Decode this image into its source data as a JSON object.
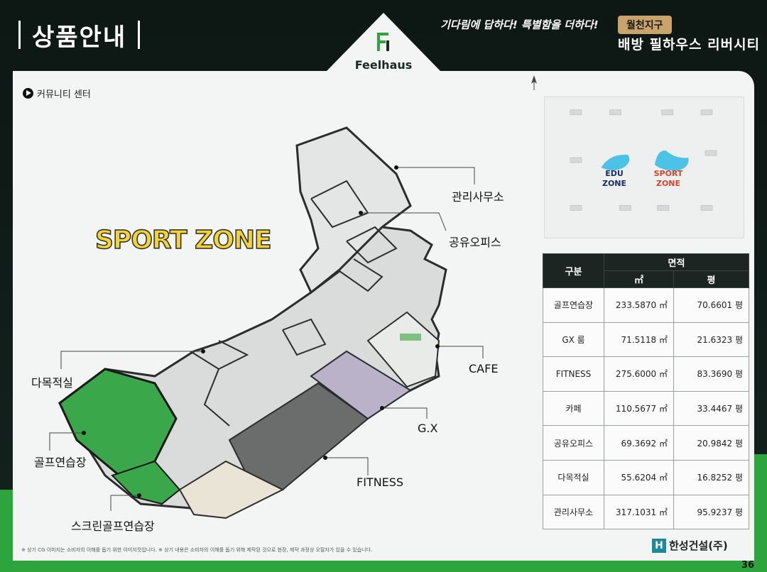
{
  "header": {
    "title": "상품안내",
    "tagline": "기다림에 답하다! 특별함을 더하다!",
    "badge": "월천지구",
    "complex_name": "배방 필하우스 리버시티",
    "logo": "Feelhaus"
  },
  "section": {
    "label": "커뮤니티 센터"
  },
  "zone_title": "SPORT ZONE",
  "callouts": {
    "admin_office": "관리사무소",
    "shared_office": "공유오피스",
    "cafe": "CAFE",
    "multipurpose": "다목적실",
    "gx": "G.X",
    "golf": "골프연습장",
    "fitness": "FITNESS",
    "screen_golf": "스크린골프연습장"
  },
  "keymap": {
    "edu_zone": "EDU ZONE",
    "sport_zone": "SPORT ZONE",
    "edu_color": "#1a2b6a",
    "sport_color": "#d8442b"
  },
  "table": {
    "header_group": "구분",
    "header_area": "면적",
    "header_m2": "㎡",
    "header_py": "평",
    "rows": [
      {
        "name": "골프연습장",
        "m2": "233.5870 ㎡",
        "py": "70.6601 평"
      },
      {
        "name": "GX 룸",
        "m2": "71.5118 ㎡",
        "py": "21.6323 평"
      },
      {
        "name": "FITNESS",
        "m2": "275.6000 ㎡",
        "py": "83.3690 평"
      },
      {
        "name": "카페",
        "m2": "110.5677 ㎡",
        "py": "33.4467 평"
      },
      {
        "name": "공유오피스",
        "m2": "69.3692 ㎡",
        "py": "20.9842 평"
      },
      {
        "name": "다목적실",
        "m2": "55.6204 ㎡",
        "py": "16.8252 평"
      },
      {
        "name": "관리사무소",
        "m2": "317.1031 ㎡",
        "py": "95.9237 평"
      }
    ]
  },
  "brand": {
    "name": "한성건설(주)",
    "icon_letter": "H"
  },
  "footnote": "※ 상기 CG 이미지는 소비자의 이해를 돕기 위한 이미지컷입니다. ※ 상기 내용은 소비자의 이해를 돕기 위해 제작된 것으로 현장, 제작 과정상 오탈자가 있을 수 있습니다.",
  "page_number": "36",
  "colors": {
    "accent_green": "#2ea43c",
    "dark_bg": "#0f1a17",
    "gold_badge": "#c9a46a",
    "zone_yellow": "#f2d335"
  }
}
